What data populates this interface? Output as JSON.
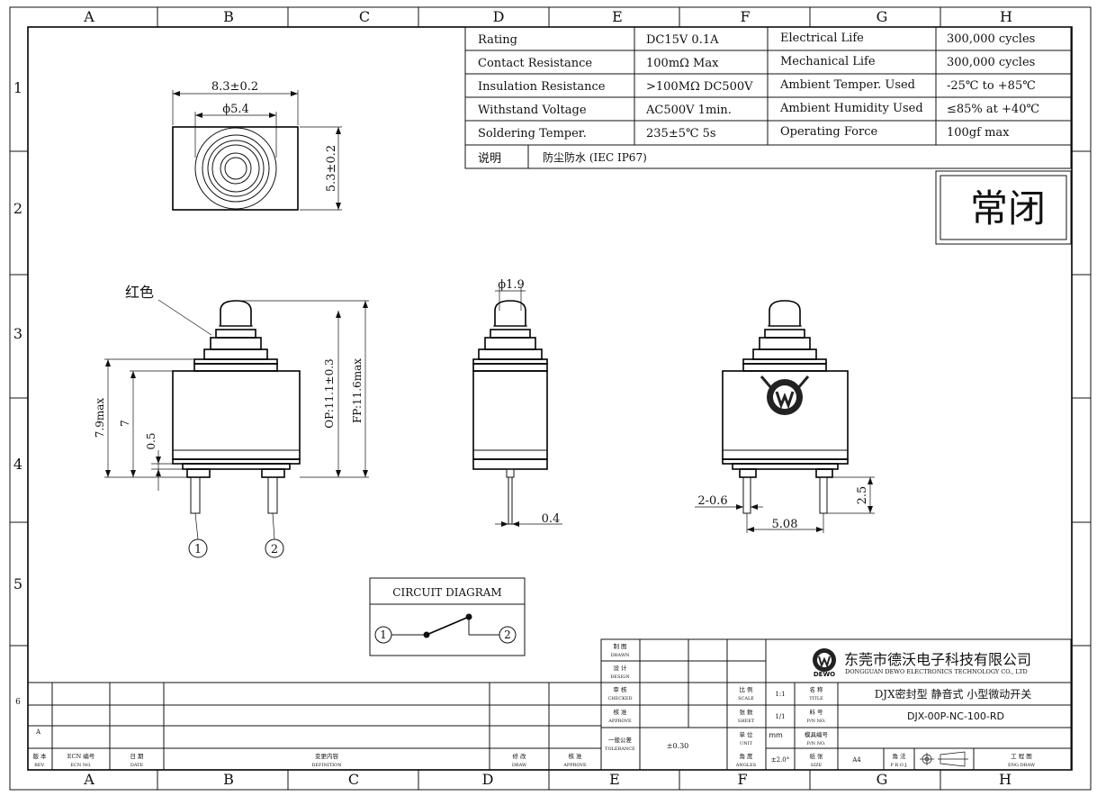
{
  "grid": {
    "cols": [
      "A",
      "B",
      "C",
      "D",
      "E",
      "F",
      "G",
      "H"
    ],
    "rows": [
      "1",
      "2",
      "3",
      "4",
      "5",
      "6"
    ]
  },
  "spec_table": {
    "rows": [
      {
        "label": "Rating",
        "value": "DC15V 0.1A",
        "label2": "Electrical Life",
        "value2": "300,000 cycles"
      },
      {
        "label": "Contact Resistance",
        "value": "100mΩ  Max",
        "label2": "Mechanical Life",
        "value2": "300,000 cycles"
      },
      {
        "label": "Insulation Resistance",
        "value": ">100MΩ  DC500V",
        "label2": "Ambient Temper. Used",
        "value2": "-25℃ to +85℃"
      },
      {
        "label": "Withstand Voltage",
        "value": "AC500V   1min.",
        "label2": "Ambient Humidity Used",
        "value2": "≤85% at +40℃"
      },
      {
        "label": "Soldering Temper.",
        "value": "235±5℃ 5s",
        "label2": "Operating Force",
        "value2": "100gf max"
      }
    ],
    "note_label": "说明",
    "note_value": "防尘防水 (IEC IP67)"
  },
  "nc_label": "常闭",
  "top_view": {
    "width": "8.3±0.2",
    "diameter": "ϕ5.4",
    "height": "5.3±0.2"
  },
  "front_view": {
    "color_note": "红色",
    "dim_79": "7.9max",
    "dim_7": "7",
    "dim_05": "0.5",
    "dim_op": "OP:11.1±0.3",
    "dim_fp": "FP:11.6max",
    "pin1": "1",
    "pin2": "2"
  },
  "side_view": {
    "diameter": "ϕ1.9",
    "thickness": "0.4"
  },
  "back_view": {
    "pin_width": "2-0.6",
    "pitch": "5.08",
    "pin_length": "2.5"
  },
  "circuit": {
    "title": "CIRCUIT DIAGRAM",
    "pin1": "1",
    "pin2": "2"
  },
  "title_block": {
    "company_cn": "东莞市德沃电子科技有限公司",
    "company_en": "DONGGUAN DEWO ELECTRONICS TECHNOLOGY CO., LTD",
    "logo_text": "DEWO",
    "drawn_cn": "制 图",
    "drawn_en": "DRAWN",
    "design_cn": "设 计",
    "design_en": "DESIGN",
    "checked_cn": "审 核",
    "checked_en": "CHECKED",
    "approve_cn": "核 准",
    "approve_en": "APPROVE",
    "tolerance_cn": "一般公差",
    "tolerance_en": "TOLERANCE",
    "tolerance_value": "±0.30",
    "scale_cn": "比 例",
    "scale_en": "SCALE",
    "scale_value": "1:1",
    "sheet_cn": "张 数",
    "sheet_en": "SHEET",
    "sheet_value": "1/1",
    "unit_cn": "单 位",
    "unit_en": "UNIT",
    "unit_value": "mm",
    "angles_cn": "角 度",
    "angles_en": "ANGLES",
    "angles_value": "±2.0°",
    "title_cn": "名 称",
    "title_en": "TITLE",
    "title_value": "DJX密封型 静音式 小型微动开关",
    "pn_cn": "料 号",
    "pn_en": "P/N NO.",
    "pn_value": "DJX-00P-NC-100-RD",
    "mold_cn": "模具编号",
    "mold_en": "P/N NO.",
    "size_cn": "纸 张",
    "size_en": "SIZE",
    "size_value": "A4",
    "proj_cn": "角 法",
    "proj_en": "P R O J.",
    "engdraw_cn": "工 程 图",
    "engdraw_en": "ENG DRAW",
    "rev_row_a": "A",
    "rev_cn": "版 本",
    "rev_en": "REV.",
    "ecn_cn": "ECN 编号",
    "ecn_en": "ECN NO.",
    "date_cn": "日 期",
    "date_en": "DATE",
    "def_cn": "变更内容",
    "def_en": "DEFINITION",
    "draw_cn": "修 改",
    "draw_en": "DRAW",
    "approve2_cn": "核 准",
    "approve2_en": "APPROVE"
  }
}
